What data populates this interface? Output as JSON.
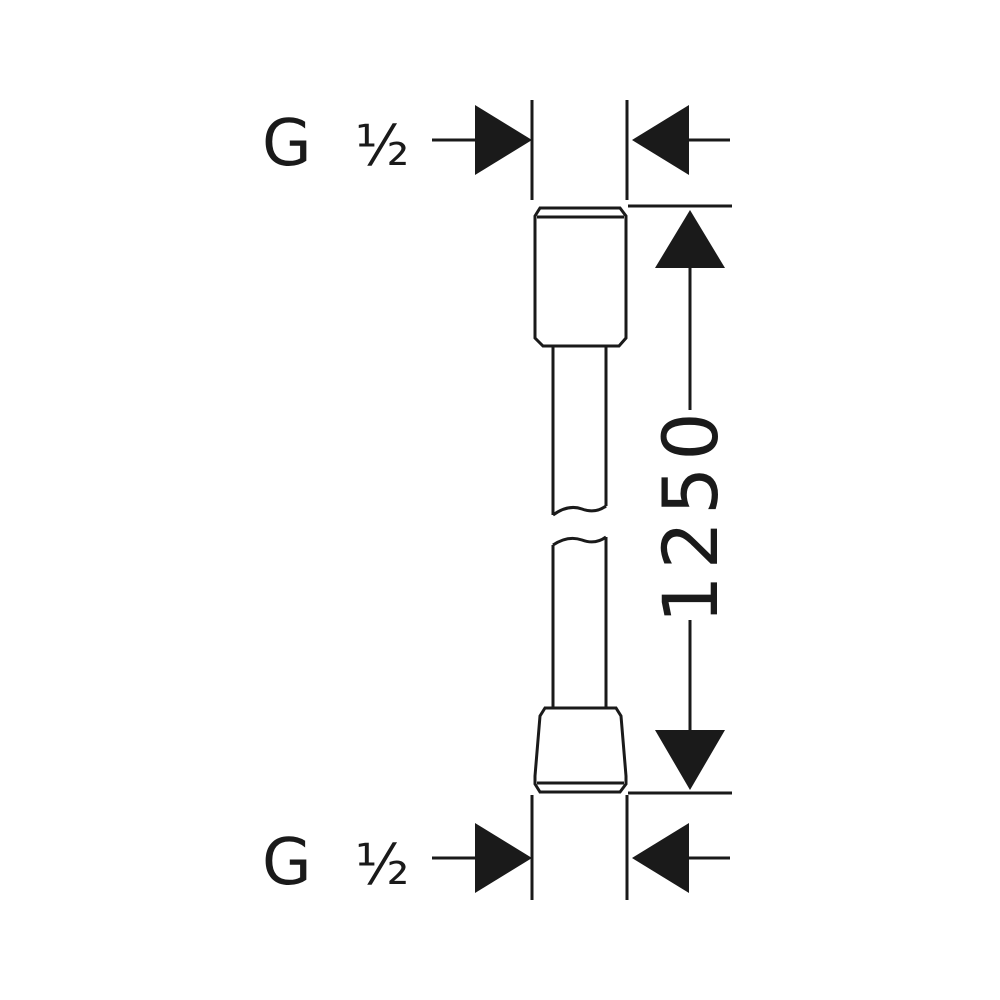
{
  "diagram": {
    "top_thread": {
      "letter": "G",
      "fraction": "½"
    },
    "bottom_thread": {
      "letter": "G",
      "fraction": "½"
    },
    "length_dimension": "1250",
    "colors": {
      "ink": "#1a1a1a",
      "background": "#ffffff"
    }
  }
}
